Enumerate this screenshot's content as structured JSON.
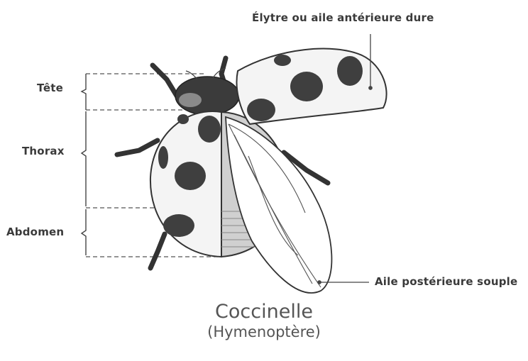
{
  "labels": {
    "tete": "Tête",
    "thorax": "Thorax",
    "abdomen": "Abdomen",
    "elytre": "Élytre ou aile antérieure dure",
    "aile_posterieure": "Aile postérieure souple"
  },
  "title": "Coccinelle",
  "subtitle": "(Hymenoptère)",
  "colors": {
    "ink": "#3a3a3a",
    "spot": "#3f3f3f",
    "shell": "#f4f4f4",
    "shade": "#cfcfcf",
    "wing": "#ffffff"
  }
}
